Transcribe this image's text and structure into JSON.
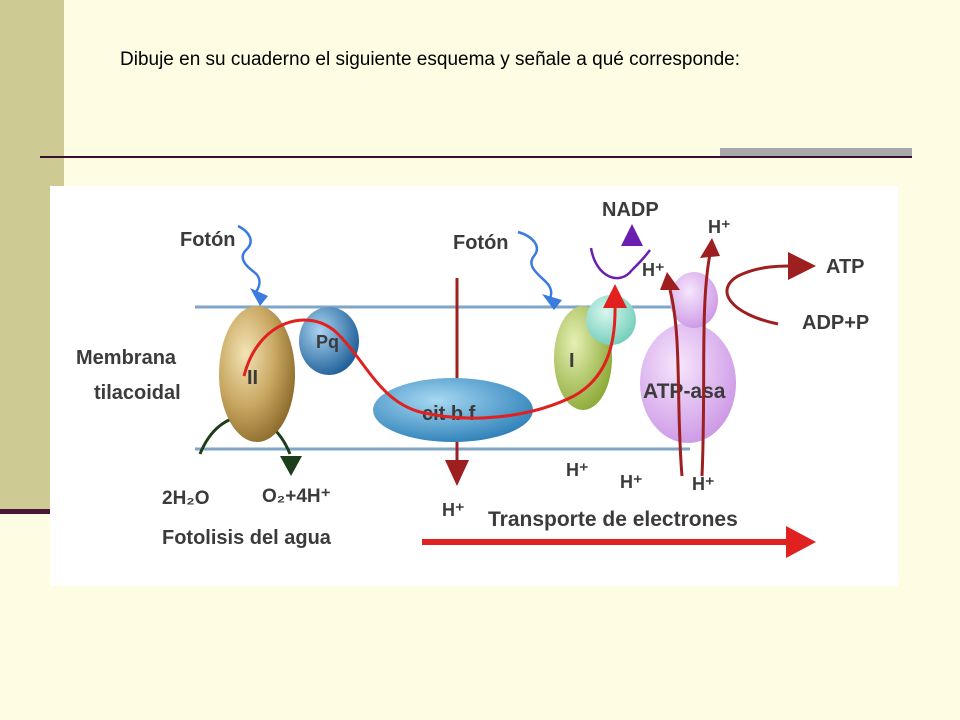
{
  "slide": {
    "instruction": "Dibuje en su cuaderno el siguiente esquema y señale a qué corresponde:"
  },
  "diagram": {
    "labels": {
      "membrana_line1": "Membrana",
      "membrana_line2": "tilacoidal",
      "foton_left": "Fotón",
      "foton_right": "Fotón",
      "nadp": "NADP",
      "atp": "ATP",
      "adp_p": "ADP+P",
      "ps2": "II",
      "pq": "Pq",
      "ps1": "I",
      "cit": "cit b f",
      "atpasa": "ATP-asa",
      "h2o": "2H₂O",
      "o2": "O₂+4H⁺",
      "fotolisis": "Fotolisis del agua",
      "transporte": "Transporte de electrones",
      "h_cit": "H⁺",
      "h_bottom1": "H⁺",
      "h_bottom2": "H⁺",
      "h_bottom3": "H⁺",
      "h_top1": "H⁺",
      "h_top2": "H⁺"
    },
    "colors": {
      "membrane": "#7FA6C6",
      "photon": "#3B7BE0",
      "ps2": "#A8833F",
      "pq": "#2E6FA8",
      "cit": "#3388BE",
      "ps1": "#A9C24E",
      "atpasa": "#D9A8EE",
      "electron": "#E0211F",
      "proton": "#9E1F1F",
      "nadp_arrow": "#6A1FB0",
      "fotolisis_arrow": "#1E3D1A"
    }
  }
}
